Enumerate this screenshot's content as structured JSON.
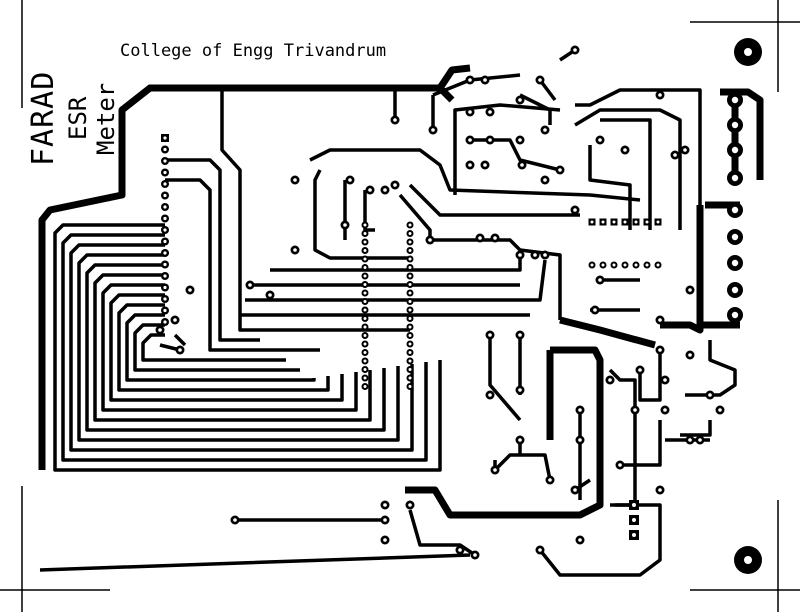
{
  "board": {
    "institution": "College of Engg Trivandrum",
    "title_line1": "FARAD",
    "title_line2": "ESR",
    "title_line3": "Meter",
    "trace_color": "#000000",
    "background_color": "#ffffff"
  }
}
